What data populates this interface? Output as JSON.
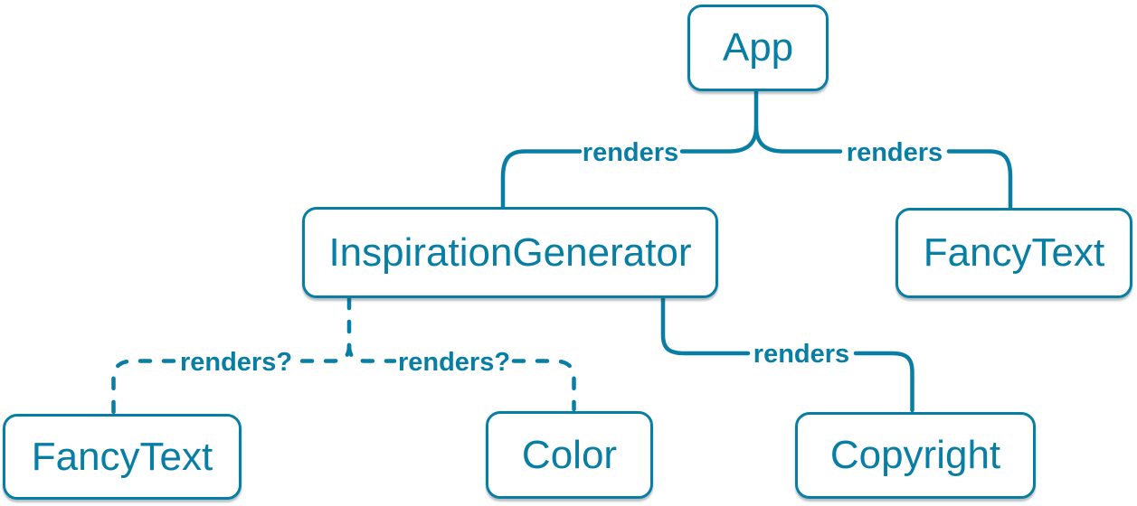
{
  "diagram": {
    "accent_color": "#087ea4",
    "node_background": "#ffffff",
    "nodes": [
      {
        "id": "app",
        "label": "App"
      },
      {
        "id": "inspiration-generator",
        "label": "InspirationGenerator"
      },
      {
        "id": "fancy-text-top",
        "label": "FancyText"
      },
      {
        "id": "fancy-text-bottom",
        "label": "FancyText"
      },
      {
        "id": "color",
        "label": "Color"
      },
      {
        "id": "copyright",
        "label": "Copyright"
      }
    ],
    "edges": [
      {
        "from": "app",
        "to": "inspiration-generator",
        "label": "renders",
        "style": "solid"
      },
      {
        "from": "app",
        "to": "fancy-text-top",
        "label": "renders",
        "style": "solid"
      },
      {
        "from": "inspiration-generator",
        "to": "fancy-text-bottom",
        "label": "renders?",
        "style": "dashed"
      },
      {
        "from": "inspiration-generator",
        "to": "color",
        "label": "renders?",
        "style": "dashed"
      },
      {
        "from": "inspiration-generator",
        "to": "copyright",
        "label": "renders",
        "style": "solid"
      }
    ]
  }
}
